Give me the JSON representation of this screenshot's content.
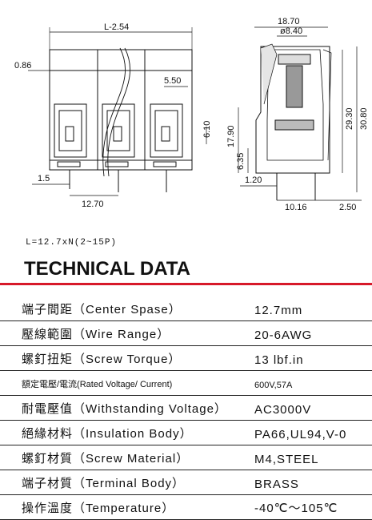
{
  "drawing": {
    "dims": {
      "pitch_total": "L-2.54",
      "d086": "0.86",
      "d550": "5.50",
      "d610": "6.10",
      "d15": "1.5",
      "d1270": "12.70",
      "d1870": "18.70",
      "d840": "ø8.40",
      "d1790": "17.90",
      "d635": "6.35",
      "d120": "1.20",
      "d1016": "10.16",
      "d250": "2.50",
      "d2930": "29.30",
      "d3080": "30.80"
    }
  },
  "formula": "L=12.7xN(2~15P)",
  "title": "TECHNICAL DATA",
  "accent_color": "#d7192a",
  "specs": [
    {
      "label": "端子間距（Center Spase）",
      "value": "12.7mm"
    },
    {
      "label": "壓線範圍（Wire Range）",
      "value": "20-6AWG"
    },
    {
      "label": "螺釘扭矩（Screw Torque）",
      "value": "13 lbf.in"
    },
    {
      "label": "額定電壓/電流(Rated Voltage/ Current)",
      "value": "600V,57A"
    },
    {
      "label": "耐電壓值（Withstanding Voltage）",
      "value": "AC3000V"
    },
    {
      "label": "絕緣材料（Insulation Body）",
      "value": "PA66,UL94,V-0"
    },
    {
      "label": "螺釘材質（Screw Material）",
      "value": "M4,STEEL"
    },
    {
      "label": "端子材質（Terminal Body）",
      "value": "BRASS"
    },
    {
      "label": "操作溫度（Temperature）",
      "value": "-40℃～105℃"
    }
  ]
}
